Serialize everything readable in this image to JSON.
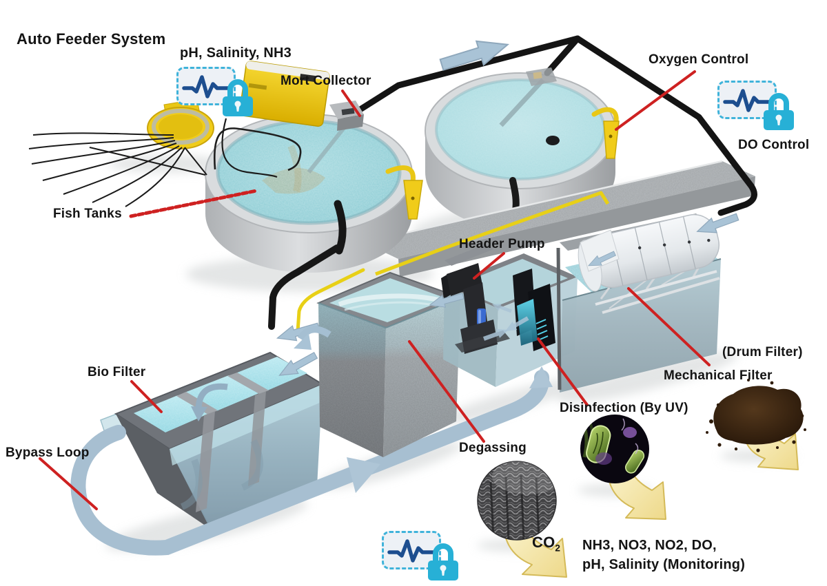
{
  "diagram": {
    "type": "recirculating-aquaculture-system-schematic",
    "labels": {
      "auto_feeder_system": "Auto Feeder System",
      "ph_salinity_nh3": "pH, Salinity, NH3",
      "mort_collector": "Mort Collector",
      "oxygen_control": "Oxygen Control",
      "do_control": "DO Control",
      "fish_tanks": "Fish Tanks",
      "header_pump": "Header Pump",
      "drum_filter": "(Drum Filter)",
      "mechanical_filter": "Mechanical Filter",
      "bio_filter": "Bio Filter",
      "bypass_loop": "Bypass Loop",
      "degassing": "Degassing",
      "disinfection_by_uv": "Disinfection  (By UV)",
      "co2_base": "CO",
      "co2_subscript": "2",
      "monitoring_line1": "NH3, NO3, NO2, DO,",
      "monitoring_line2": "pH, Salinity  (Monitoring)"
    },
    "icons": {
      "monitor_icon": "pulse-monitor",
      "lock_icon": "padlock",
      "monitor_lock_pairs_count": 3
    },
    "colors": {
      "background": "#ffffff",
      "annotation_red": "#ce2121",
      "flow_arrow_blue": "#a9c3d6",
      "pipe_black": "#161616",
      "pipe_yellow": "#e8d016",
      "sensor_border_cyan": "#3fb3da",
      "padlock_cyan": "#27b0d6",
      "pulse_navy": "#1d4e8f",
      "tank_water_teal": "#8ecdd5",
      "process_arrow_yellow": "#f5ecbc",
      "feeder_yellow": "#f0cc1a"
    }
  }
}
